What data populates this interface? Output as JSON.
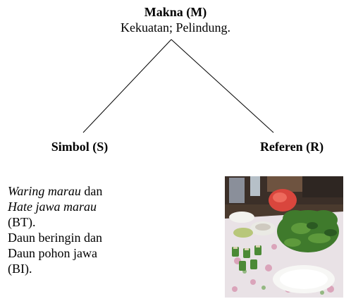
{
  "makna": {
    "title": "Makna (M)",
    "description": "Kekuatan; Pelindung."
  },
  "simbol": {
    "label": "Simbol (S)",
    "term1": "Waring marau",
    "dan1": " dan",
    "term2": "Hate jawa marau",
    "bt": "(BT).",
    "line_bi1": "Daun beringin dan",
    "line_bi2": "Daun pohon jawa",
    "bi": "(BI)."
  },
  "referen": {
    "label": "Referen (R)"
  }
}
